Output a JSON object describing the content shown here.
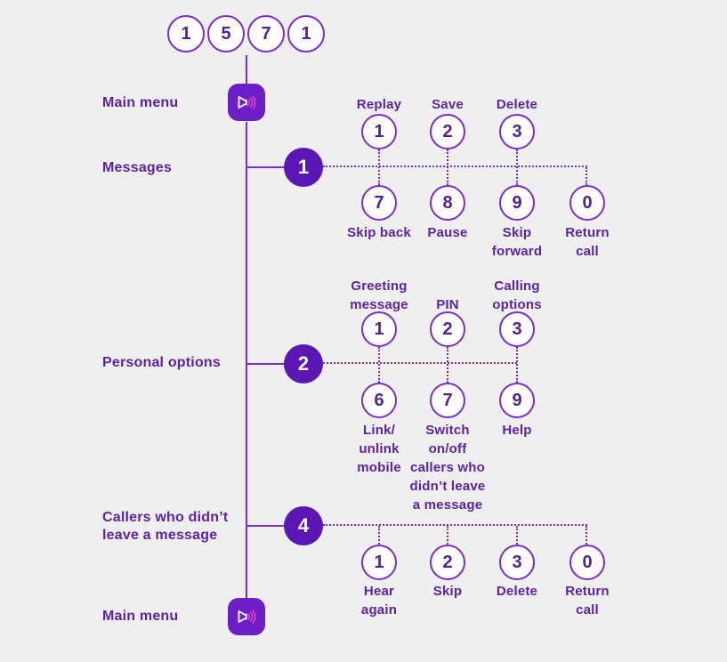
{
  "colors": {
    "background": "#f0eff0",
    "stroke": "#7a2dcd",
    "label": "#5a23a8",
    "num": "#4d2590",
    "node": "#5a17b5",
    "tile": "#6c1ec7",
    "wave": "#e838cc",
    "white": "#ffffff"
  },
  "dial_code": {
    "digits": [
      "1",
      "5",
      "7",
      "1"
    ]
  },
  "top": {
    "main_menu_label": "Main menu"
  },
  "bottom": {
    "main_menu_label": "Main menu"
  },
  "icons": {
    "speaker": "speaker-with-sound-waves"
  },
  "sections": [
    {
      "label": "Messages",
      "key": "1",
      "top_options": [
        {
          "key": "1",
          "label": "Replay"
        },
        {
          "key": "2",
          "label": "Save"
        },
        {
          "key": "3",
          "label": "Delete"
        }
      ],
      "bottom_options": [
        {
          "key": "7",
          "label": "Skip back"
        },
        {
          "key": "8",
          "label": "Pause"
        },
        {
          "key": "9",
          "label": "Skip\nforward"
        },
        {
          "key": "0",
          "label": "Return\ncall"
        }
      ]
    },
    {
      "label": "Personal options",
      "key": "2",
      "top_options": [
        {
          "key": "1",
          "label": "Greeting\nmessage"
        },
        {
          "key": "2",
          "label": "PIN"
        },
        {
          "key": "3",
          "label": "Calling\noptions"
        }
      ],
      "bottom_options": [
        {
          "key": "6",
          "label": "Link/\nunlink\nmobile"
        },
        {
          "key": "7",
          "label": "Switch\non/off\ncallers who\ndidn’t leave\na message"
        },
        {
          "key": "9",
          "label": "Help"
        }
      ]
    },
    {
      "label": "Callers who didn’t\nleave a message",
      "key": "4",
      "bottom_options": [
        {
          "key": "1",
          "label": "Hear\nagain"
        },
        {
          "key": "2",
          "label": "Skip"
        },
        {
          "key": "3",
          "label": "Delete"
        },
        {
          "key": "0",
          "label": "Return\ncall"
        }
      ]
    }
  ]
}
